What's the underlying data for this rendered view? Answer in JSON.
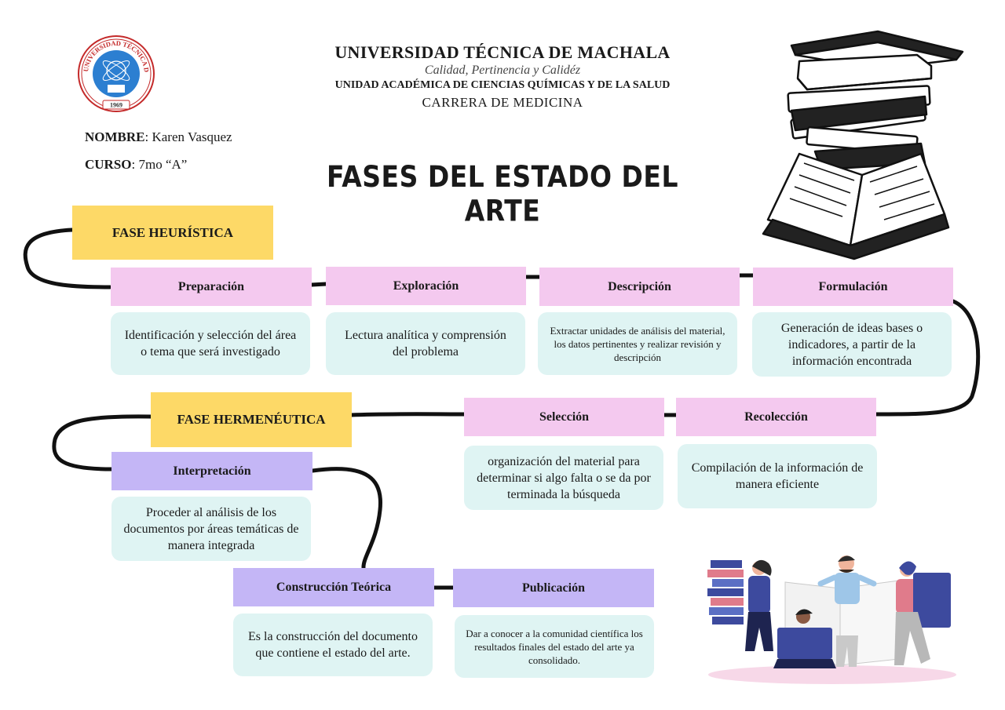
{
  "header": {
    "university": "UNIVERSIDAD TÉCNICA DE MACHALA",
    "motto": "Calidad, Pertinencia y Calidéz",
    "unit": "UNIDAD ACADÉMICA DE CIENCIAS QUÍMICAS Y DE LA SALUD",
    "career": "CARRERA DE MEDICINA"
  },
  "seal": {
    "text": "UNIVERSIDAD TÉCNICA DE MACHALA",
    "year": "1969"
  },
  "student": {
    "name_label": "NOMBRE",
    "name_value": ": Karen Vasquez",
    "course_label": "CURSO",
    "course_value": ": 7mo “A”"
  },
  "title": "FASES DEL ESTADO DEL ARTE",
  "phases": {
    "heuristica": "FASE HEURÍSTICA",
    "hermeneutica": "FASE HERMENÉUTICA"
  },
  "steps": {
    "preparacion": {
      "title": "Preparación",
      "desc": "Identificación y selección del área o tema que será investigado"
    },
    "exploracion": {
      "title": "Exploración",
      "desc": "Lectura analítica y comprensión del problema"
    },
    "descripcion": {
      "title": "Descripción",
      "desc": "Extractar unidades de análisis del material, los datos pertinentes y realizar revisión y descripción"
    },
    "formulacion": {
      "title": "Formulación",
      "desc": "Generación de ideas bases o indicadores, a partir de la información encontrada"
    },
    "recoleccion": {
      "title": "Recolección",
      "desc": "Compilación de la información de manera eficiente"
    },
    "seleccion": {
      "title": "Selección",
      "desc": "organización del material para determinar si algo falta o se da por terminada la búsqueda"
    },
    "interpretacion": {
      "title": "Interpretación",
      "desc": "Proceder al análisis de los documentos por áreas temáticas de manera integrada"
    },
    "construccion": {
      "title": "Construcción Teórica",
      "desc": "Es la construcción del documento que contiene el estado del arte."
    },
    "publicacion": {
      "title": "Publicación",
      "desc": "Dar a conocer a la comunidad científica los resultados finales del estado del arte ya consolidado."
    }
  },
  "colors": {
    "phase": "#fdd967",
    "step_pink": "#f4c9ef",
    "step_lavender": "#c4b6f6",
    "description": "#dff4f3",
    "seal_blue": "#2c7fd1",
    "seal_red": "#c42a2a"
  },
  "illustrations": {
    "books": "stack-of-books-icon",
    "people": "people-reading-books-icon"
  }
}
